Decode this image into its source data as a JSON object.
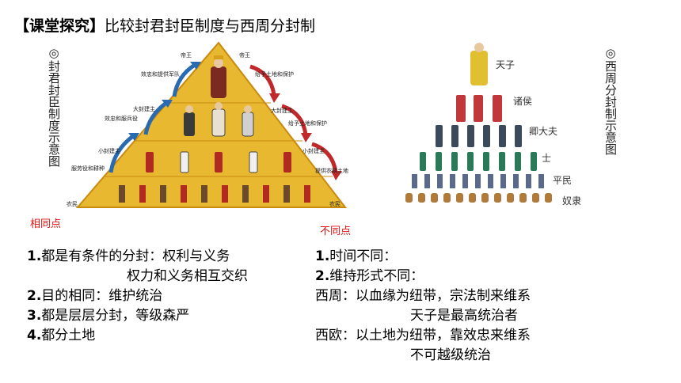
{
  "title": {
    "bracket_text": "【课堂探究】",
    "rest": "比较封君封臣制度与西周分封制"
  },
  "figure_left": {
    "caption": "◎封君封臣制度示意图",
    "levels": [
      "帝王",
      "大封建主",
      "小封建主",
      "农民"
    ],
    "left_arrows": [
      "效忠和提供军队",
      "效忠和服兵役",
      "服劳役和耕种"
    ],
    "right_arrows": [
      "给予土地和保护",
      "给予土地和保护",
      "提供农耕土地"
    ],
    "colors": {
      "pyramid": "#e8b830",
      "pyramid_edge": "#c88a10",
      "arrow_up": "#2a6ab0",
      "arrow_down": "#c0282a"
    }
  },
  "figure_right": {
    "caption": "◎西周分封制示意图",
    "ranks": [
      "天子",
      "诸侯",
      "卿大夫",
      "士",
      "平民",
      "奴隶"
    ]
  },
  "same": {
    "tag": "相同点",
    "items": [
      {
        "num": "1.",
        "text": "都是有条件的分封：权利与义务"
      },
      {
        "num": "",
        "text": "权力和义务相互交织"
      },
      {
        "num": "2.",
        "text": "目的相同：维护统治"
      },
      {
        "num": "3.",
        "text": "都是层层分封，等级森严"
      },
      {
        "num": "4.",
        "text": "都分土地"
      }
    ]
  },
  "diff": {
    "tag": "不同点",
    "items": [
      {
        "num": "1.",
        "text": "时间不同："
      },
      {
        "num": "2.",
        "text": "维持形式不同："
      },
      {
        "num": "",
        "text": "西周：以血缘为纽带，宗法制来维系"
      },
      {
        "num": "",
        "text": "天子是最高统治者"
      },
      {
        "num": "",
        "text": "西欧：以土地为纽带，靠效忠来维系"
      },
      {
        "num": "",
        "text": "不可越级统治"
      }
    ]
  }
}
